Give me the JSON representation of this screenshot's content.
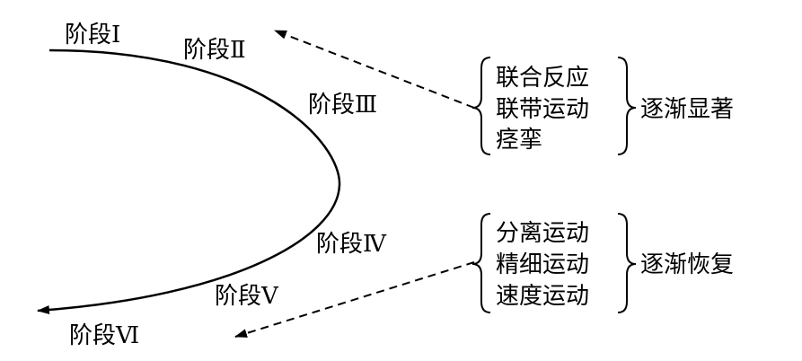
{
  "stages": [
    {
      "label": "阶段Ⅰ"
    },
    {
      "label": "阶段Ⅱ"
    },
    {
      "label": "阶段Ⅲ"
    },
    {
      "label": "阶段Ⅳ"
    },
    {
      "label": "阶段Ⅴ"
    },
    {
      "label": "阶段Ⅵ"
    }
  ],
  "upper_group": {
    "items": [
      "联合反应",
      "联带运动",
      "痉挛"
    ],
    "result": "逐渐显著"
  },
  "lower_group": {
    "items": [
      "分离运动",
      "精细运动",
      "速度运动"
    ],
    "result": "逐渐恢复"
  },
  "colors": {
    "ink": "#000000",
    "background": "#ffffff"
  }
}
